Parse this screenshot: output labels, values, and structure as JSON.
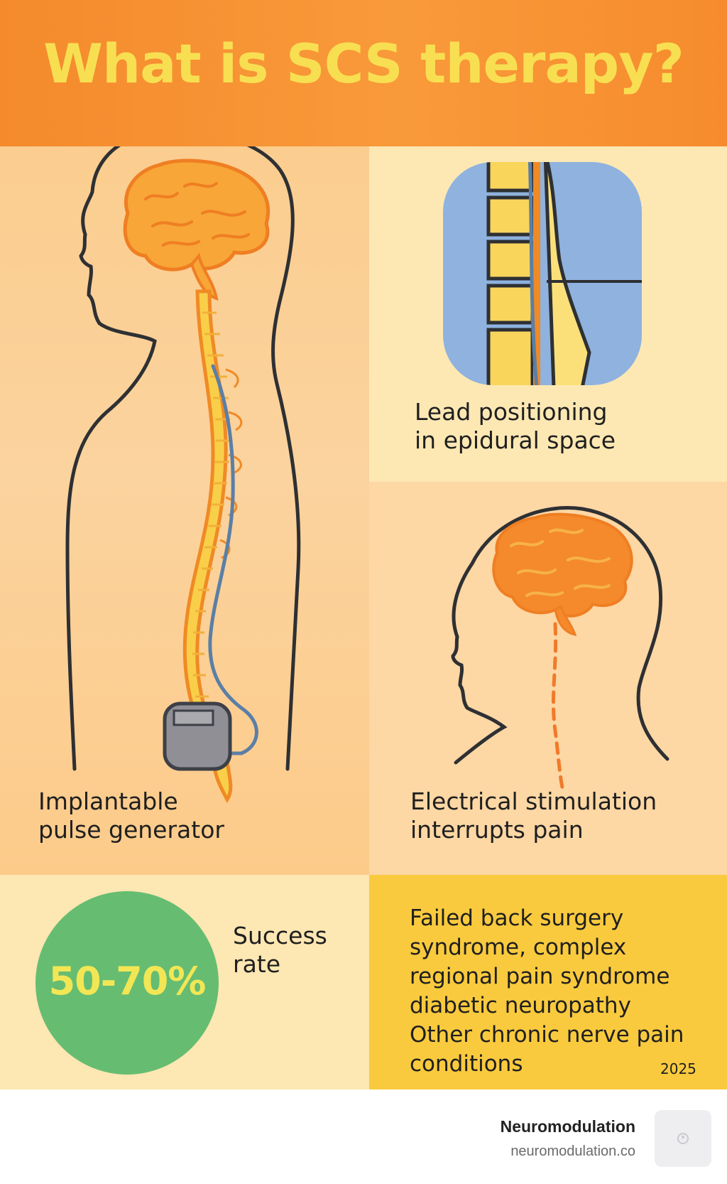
{
  "header": {
    "title": "What is SCS therapy?"
  },
  "panels": {
    "body": {
      "label": "Implantable pulse generator",
      "label_lines": [
        "Implantable",
        "pulse generator"
      ]
    },
    "lead": {
      "label": "Lead positioning in epidural space",
      "label_lines": [
        "Lead positioning",
        "in epidural space"
      ]
    },
    "stimulation": {
      "label": "Electrical stimulation interrupts pain",
      "label_lines": [
        "Electrical stimulation",
        "interrupts pain"
      ]
    },
    "success": {
      "value": "50-70%",
      "label_lines": [
        "Success",
        "rate"
      ]
    },
    "conditions": {
      "lines": [
        "Failed back surgery",
        "syndrome, complex",
        "regional pain syndrome",
        "diabetic neuropathy",
        "Other chronic nerve pain",
        "conditions"
      ],
      "year": "2025"
    }
  },
  "footer": {
    "brand": "Neuromodulation",
    "url": "neuromodulation.co"
  },
  "colors": {
    "header": "#f48a2c",
    "title": "#f8df52",
    "body_panel": "#fbcd8f",
    "lead_panel": "#fde8b4",
    "stimulation_panel": "#fdd7a4",
    "success_panel": "#fde7b2",
    "conditions_panel": "#f9ca3e",
    "success_circle": "#66bd71",
    "success_value": "#f3e655",
    "brain": "#f7a637",
    "spine": "#f9cf4a",
    "lead_wire": "#5b7fa6",
    "device": "#8f8f95",
    "xray_background": "#8fb2de"
  },
  "icons": [
    "brain-icon",
    "spine-icon",
    "lead-wire-icon",
    "pulse-generator-icon",
    "head-profile-icon",
    "vertebra-xray-icon"
  ]
}
